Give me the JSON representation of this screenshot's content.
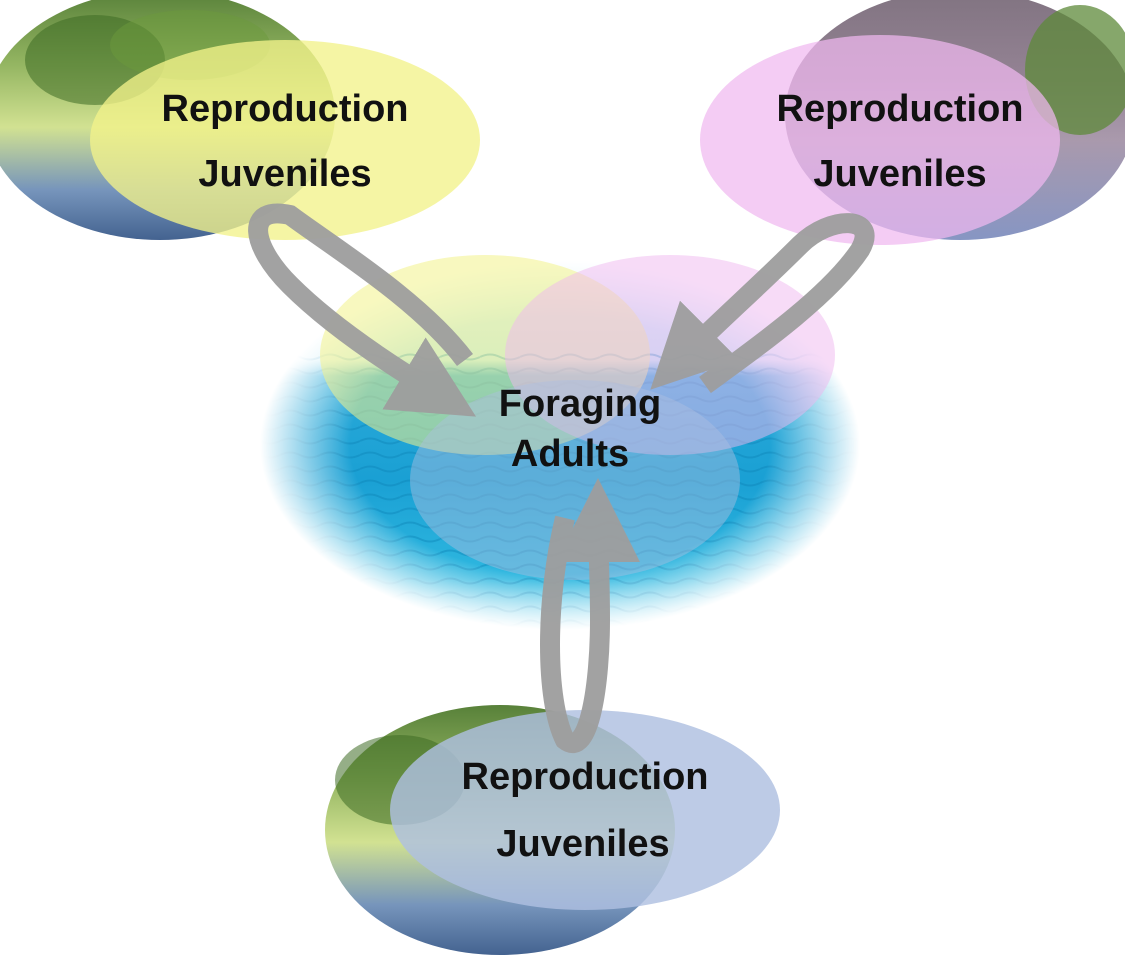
{
  "habitats": {
    "top_left": {
      "line1": "Reproduction",
      "line2": "Juveniles",
      "tint": "#f2f28a"
    },
    "top_right": {
      "line1": "Reproduction",
      "line2": "Juveniles",
      "tint": "#f0b8f0"
    },
    "bottom": {
      "line1": "Reproduction",
      "line2": "Juveniles",
      "tint": "#aebfe0"
    },
    "center": {
      "line1": "Foraging",
      "line2": "Adults"
    }
  },
  "colors": {
    "arrow": "#9e9e9e",
    "sea": "#1aa8d6",
    "sky": "#d7f2fb",
    "vegetation": "#5e8a3a"
  }
}
